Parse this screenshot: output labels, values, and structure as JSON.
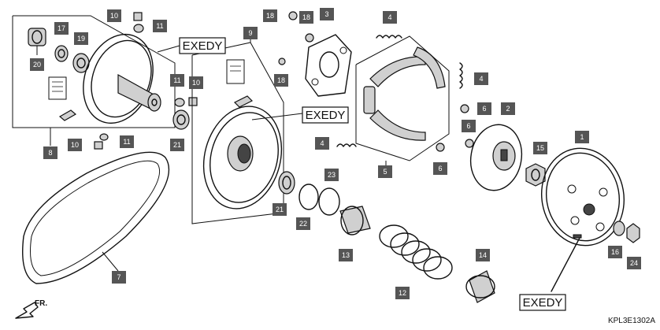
{
  "brand_labels": [
    "EXEDY",
    "EXEDY",
    "EXEDY"
  ],
  "diagram_code": "KPL3E1302A",
  "direction_label": "FR.",
  "callouts": [
    {
      "n": "10"
    },
    {
      "n": "11"
    },
    {
      "n": "17"
    },
    {
      "n": "19"
    },
    {
      "n": "20"
    },
    {
      "n": "8"
    },
    {
      "n": "10"
    },
    {
      "n": "11"
    },
    {
      "n": "11"
    },
    {
      "n": "10"
    },
    {
      "n": "21"
    },
    {
      "n": "9"
    },
    {
      "n": "18"
    },
    {
      "n": "18"
    },
    {
      "n": "3"
    },
    {
      "n": "18"
    },
    {
      "n": "4"
    },
    {
      "n": "4"
    },
    {
      "n": "4"
    },
    {
      "n": "5"
    },
    {
      "n": "6"
    },
    {
      "n": "6"
    },
    {
      "n": "6"
    },
    {
      "n": "2"
    },
    {
      "n": "15"
    },
    {
      "n": "1"
    },
    {
      "n": "16"
    },
    {
      "n": "24"
    },
    {
      "n": "21"
    },
    {
      "n": "22"
    },
    {
      "n": "23"
    },
    {
      "n": "13"
    },
    {
      "n": "12"
    },
    {
      "n": "14"
    },
    {
      "n": "7"
    }
  ]
}
